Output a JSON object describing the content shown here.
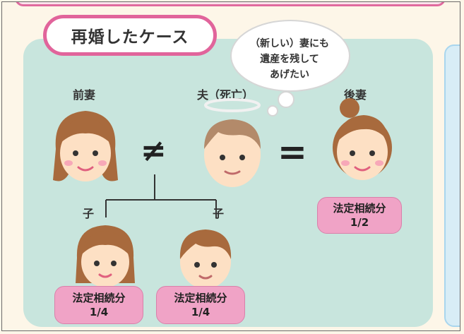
{
  "title": "再婚したケース",
  "bubble": {
    "lines": [
      "（新しい）妻にも",
      "遺産を残して",
      "あげたい"
    ]
  },
  "people": {
    "former_wife": {
      "label": "前妻"
    },
    "husband": {
      "label": "夫（死亡）"
    },
    "later_wife": {
      "label": "後妻",
      "share_title": "法定相続分",
      "share_value": "1/2"
    },
    "child_left": {
      "label": "子",
      "share_title": "法定相続分",
      "share_value": "1/4"
    },
    "child_right": {
      "label": "子",
      "share_title": "法定相続分",
      "share_value": "1/4"
    }
  },
  "relations": {
    "not_equal": "≠",
    "equal": "="
  },
  "colors": {
    "panel": "#c8e5dd",
    "accent_pink": "#e1649b",
    "pill_pink": "#f0a3c6",
    "skin": "#fde0c4",
    "hair": "#a86a3d"
  }
}
